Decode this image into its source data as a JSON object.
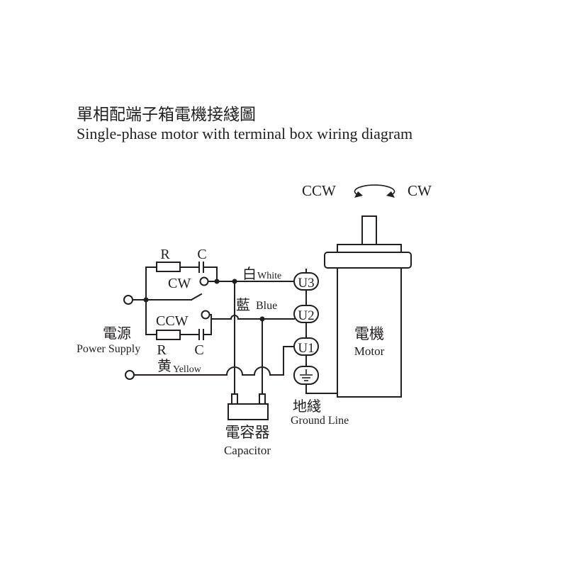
{
  "title": {
    "zh": "單相配端子箱電機接綫圖",
    "en": "Single-phase motor with terminal box wiring diagram"
  },
  "rotation": {
    "ccw": "CCW",
    "cw": "CW"
  },
  "switch": {
    "cw": "CW",
    "ccw": "CCW"
  },
  "rc_upper": {
    "r": "R",
    "c": "C"
  },
  "rc_lower": {
    "r": "R",
    "c": "C"
  },
  "wires": {
    "white_zh": "白",
    "white_en": "White",
    "blue_zh": "藍",
    "blue_en": "Blue",
    "yellow_zh": "黄",
    "yellow_en": "Yellow"
  },
  "terminals": [
    "U3",
    "U2",
    "U1"
  ],
  "power_supply": {
    "zh": "電源",
    "en": "Power Supply"
  },
  "motor": {
    "zh": "電機",
    "en": "Motor"
  },
  "ground_line": {
    "zh": "地綫",
    "en": "Ground Line"
  },
  "capacitor": {
    "zh": "電容器",
    "en": "Capacitor"
  },
  "icons": [
    "rotation-arrows-icon",
    "ground-symbol-icon",
    "capacitor-icon",
    "resistor-icon",
    "motor-shaft-icon"
  ]
}
